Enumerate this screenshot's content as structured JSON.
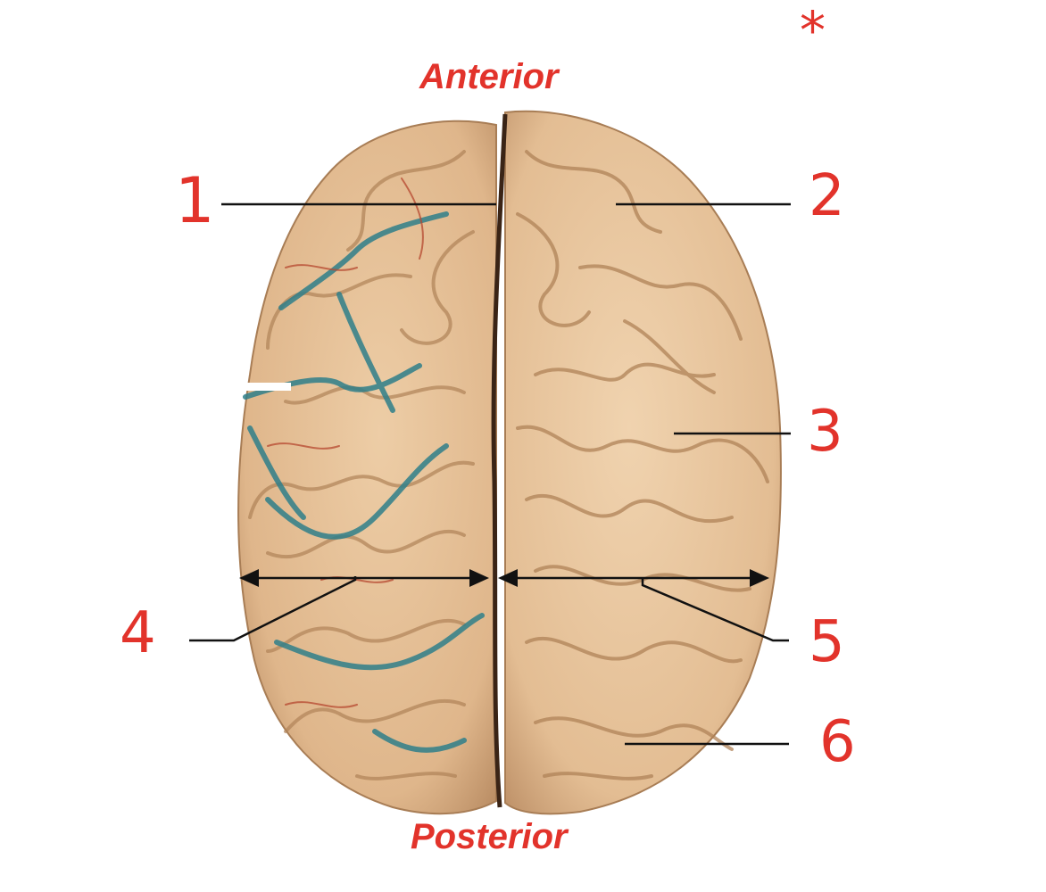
{
  "orientation": {
    "top": "Anterior",
    "bottom": "Posterior"
  },
  "labels": [
    "1",
    "2",
    "3",
    "4",
    "5",
    "6"
  ],
  "mark": "*",
  "colors": {
    "annotation": "#e2332b",
    "leader_line": "#111111",
    "brain_fill": "#e7c39b",
    "brain_shadow": "#b98c63",
    "vein": "#2f7f8a",
    "artery": "#b5472f"
  }
}
